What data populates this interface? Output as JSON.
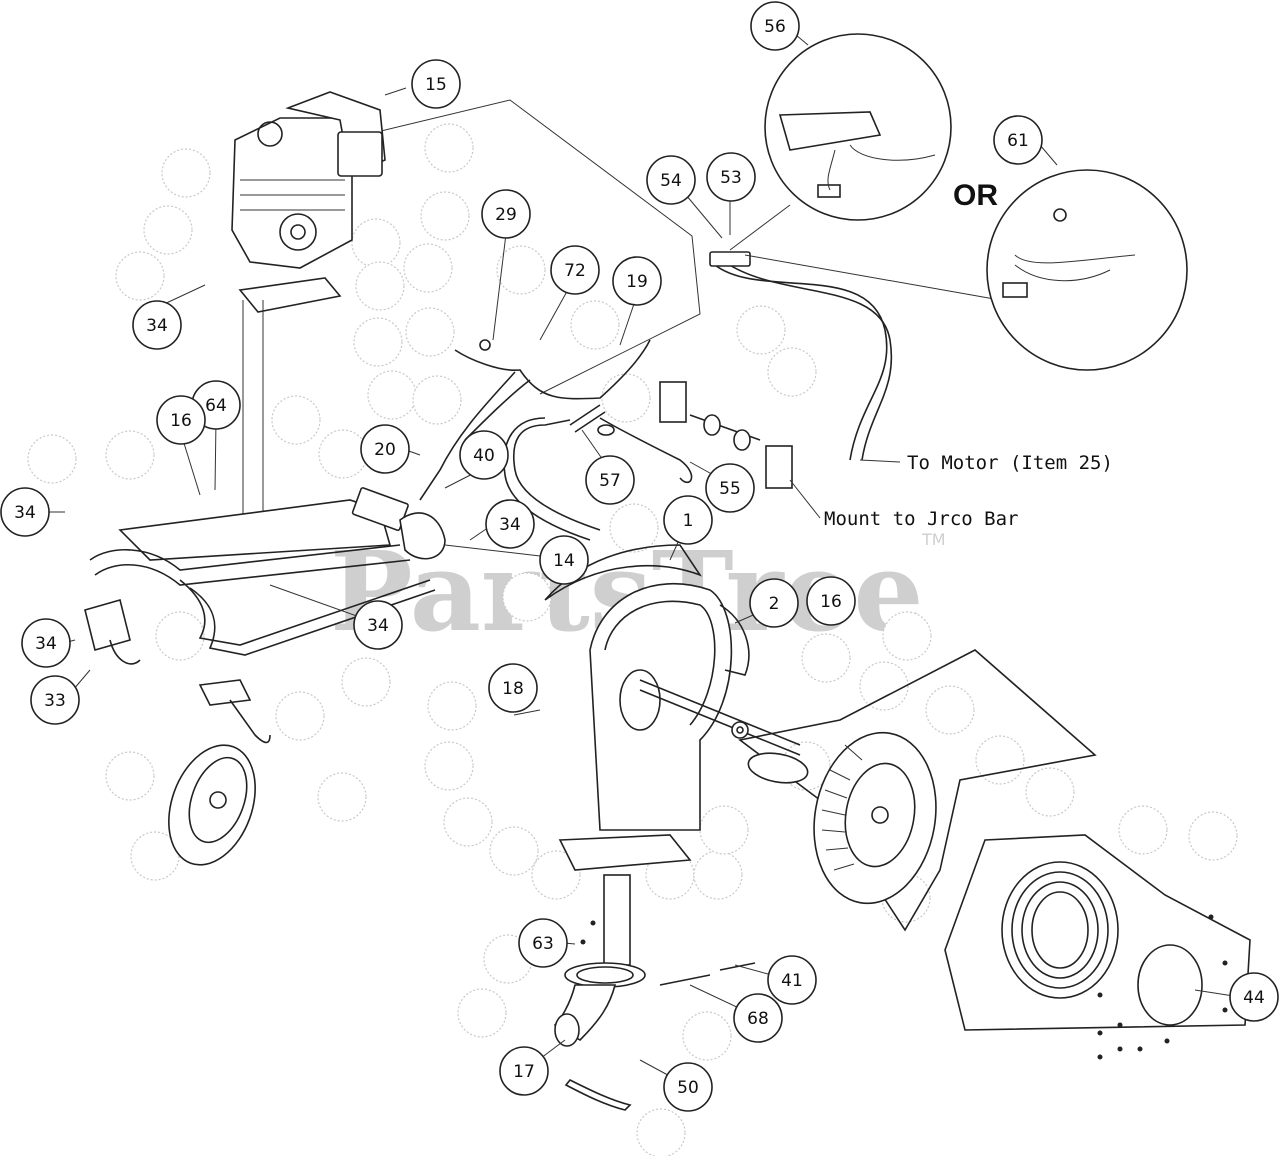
{
  "watermark": {
    "text": "PartsTree",
    "tm": "TM"
  },
  "or_label": "OR",
  "notes": {
    "to_motor": "To Motor (Item 25)",
    "mount": "Mount to Jrco Bar"
  },
  "callouts": [
    {
      "id": "c15",
      "label": "15"
    },
    {
      "id": "c56",
      "label": "56"
    },
    {
      "id": "c61",
      "label": "61"
    },
    {
      "id": "c54",
      "label": "54"
    },
    {
      "id": "c53",
      "label": "53"
    },
    {
      "id": "c29",
      "label": "29"
    },
    {
      "id": "c72",
      "label": "72"
    },
    {
      "id": "c19",
      "label": "19"
    },
    {
      "id": "c34a",
      "label": "34"
    },
    {
      "id": "c64",
      "label": "64"
    },
    {
      "id": "c16a",
      "label": "16"
    },
    {
      "id": "c34b",
      "label": "34"
    },
    {
      "id": "c20",
      "label": "20"
    },
    {
      "id": "c40",
      "label": "40"
    },
    {
      "id": "c57",
      "label": "57"
    },
    {
      "id": "c55",
      "label": "55"
    },
    {
      "id": "c34c",
      "label": "34"
    },
    {
      "id": "c14",
      "label": "14"
    },
    {
      "id": "c1",
      "label": "1"
    },
    {
      "id": "c2",
      "label": "2"
    },
    {
      "id": "c16b",
      "label": "16"
    },
    {
      "id": "c34d",
      "label": "34"
    },
    {
      "id": "c34e",
      "label": "34"
    },
    {
      "id": "c33",
      "label": "33"
    },
    {
      "id": "c18",
      "label": "18"
    },
    {
      "id": "c63",
      "label": "63"
    },
    {
      "id": "c41",
      "label": "41"
    },
    {
      "id": "c68",
      "label": "68"
    },
    {
      "id": "c44",
      "label": "44"
    },
    {
      "id": "c17",
      "label": "17"
    },
    {
      "id": "c50",
      "label": "50"
    }
  ]
}
